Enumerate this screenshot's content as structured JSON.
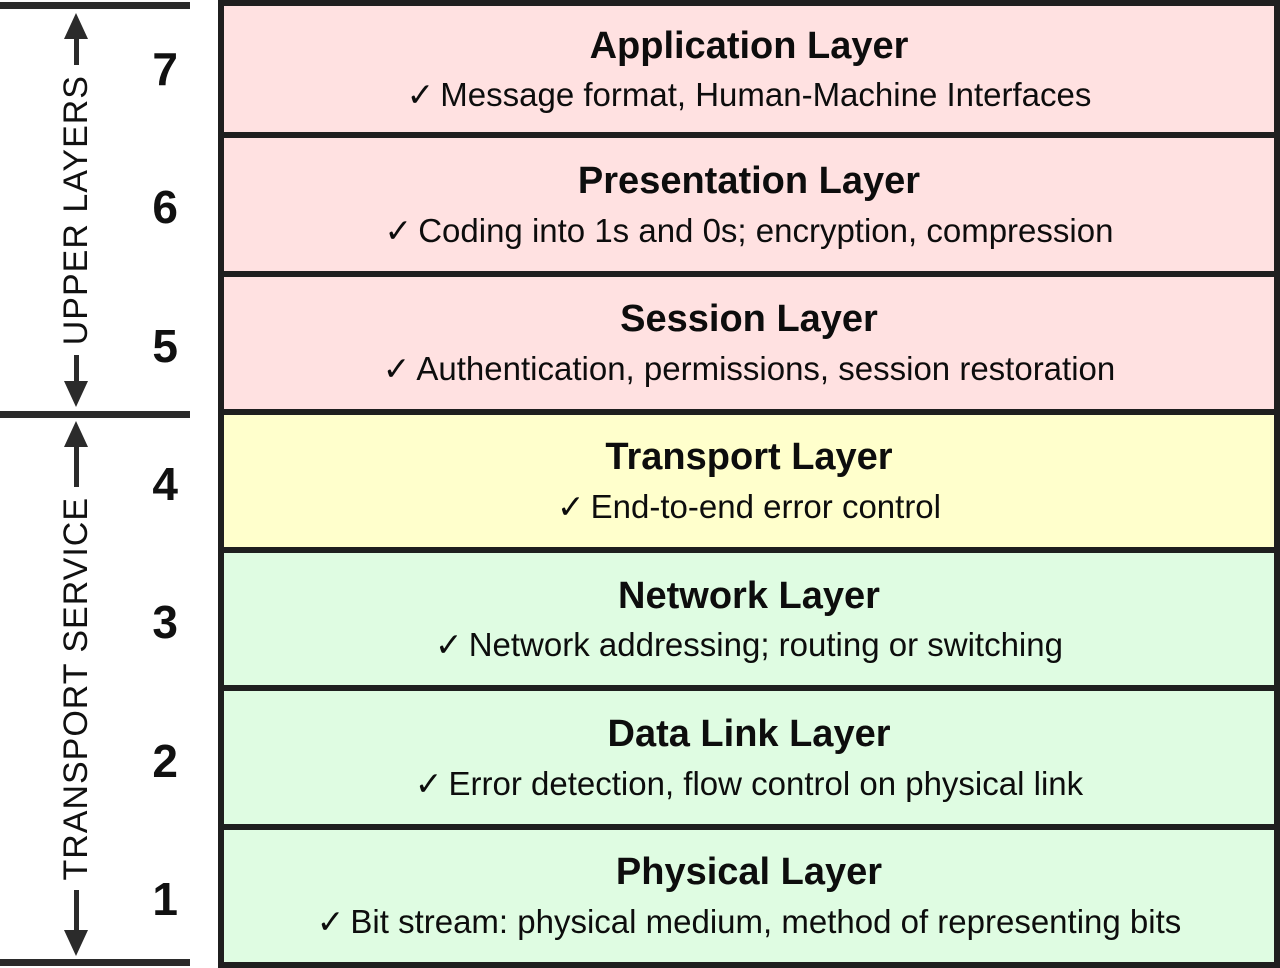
{
  "check_glyph": "✓",
  "brackets": [
    {
      "label": "UPPER LAYERS"
    },
    {
      "label": "TRANSPORT SERVICE"
    }
  ],
  "layers": [
    {
      "number": "7",
      "title": "Application Layer",
      "description": "Message format, Human-Machine Interfaces",
      "color": "#ffe1e1"
    },
    {
      "number": "6",
      "title": "Presentation Layer",
      "description": "Coding into 1s and 0s; encryption, compression",
      "color": "#ffe1e1"
    },
    {
      "number": "5",
      "title": "Session Layer",
      "description": "Authentication, permissions, session restoration",
      "color": "#ffe1e1"
    },
    {
      "number": "4",
      "title": "Transport Layer",
      "description": "End-to-end error control",
      "color": "#ffffcc"
    },
    {
      "number": "3",
      "title": "Network Layer",
      "description": "Network addressing; routing or switching",
      "color": "#dffce2"
    },
    {
      "number": "2",
      "title": "Data Link Layer",
      "description": "Error detection, flow control on physical link",
      "color": "#dffce2"
    },
    {
      "number": "1",
      "title": "Physical Layer",
      "description": "Bit stream: physical medium, method of representing bits",
      "color": "#dffce2"
    }
  ],
  "colors": {
    "upper_layers_bg": "#ffe1e1",
    "transport_layer_bg": "#ffffcc",
    "lower_layers_bg": "#dffce2",
    "box_border": "#1f1f1f",
    "rail": "#2b2b2b"
  }
}
